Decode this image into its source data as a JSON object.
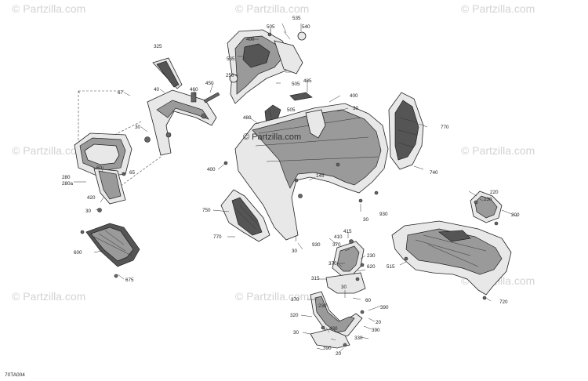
{
  "diagram": {
    "code": "70TA004",
    "watermark": "© Partzilla.com",
    "center_watermark": "© Partzilla.com",
    "callouts": [
      {
        "id": "c535",
        "text": "535"
      },
      {
        "id": "c505a",
        "text": "505"
      },
      {
        "id": "c540",
        "text": "540"
      },
      {
        "id": "c400a",
        "text": "400"
      },
      {
        "id": "c325",
        "text": "325"
      },
      {
        "id": "c535b",
        "text": "535"
      },
      {
        "id": "c250",
        "text": "250"
      },
      {
        "id": "c505b",
        "text": "505"
      },
      {
        "id": "c450",
        "text": "450"
      },
      {
        "id": "c67",
        "text": "67"
      },
      {
        "id": "c40",
        "text": "40"
      },
      {
        "id": "c460",
        "text": "460"
      },
      {
        "id": "c485",
        "text": "485"
      },
      {
        "id": "c400b",
        "text": "400"
      },
      {
        "id": "c30a",
        "text": "30"
      },
      {
        "id": "c505c",
        "text": "505"
      },
      {
        "id": "c480",
        "text": "480"
      },
      {
        "id": "c30b",
        "text": "30"
      },
      {
        "id": "c770a",
        "text": "770"
      },
      {
        "id": "c60",
        "text": "60"
      },
      {
        "id": "c65",
        "text": "65"
      },
      {
        "id": "c280",
        "text": "280"
      },
      {
        "id": "c280a",
        "text": "280a"
      },
      {
        "id": "c400c",
        "text": "400"
      },
      {
        "id": "c145",
        "text": "145"
      },
      {
        "id": "c740",
        "text": "740"
      },
      {
        "id": "c420",
        "text": "420"
      },
      {
        "id": "c30c",
        "text": "30"
      },
      {
        "id": "c220",
        "text": "220"
      },
      {
        "id": "c230a",
        "text": "230"
      },
      {
        "id": "c200",
        "text": "200"
      },
      {
        "id": "c750",
        "text": "750"
      },
      {
        "id": "c930a",
        "text": "930"
      },
      {
        "id": "c30d",
        "text": "30"
      },
      {
        "id": "c415",
        "text": "415"
      },
      {
        "id": "c410",
        "text": "410"
      },
      {
        "id": "c770b",
        "text": "770"
      },
      {
        "id": "c930b",
        "text": "930"
      },
      {
        "id": "c600",
        "text": "600"
      },
      {
        "id": "c30e",
        "text": "30"
      },
      {
        "id": "c370a",
        "text": "370"
      },
      {
        "id": "c230b",
        "text": "230"
      },
      {
        "id": "c370b",
        "text": "370"
      },
      {
        "id": "c620",
        "text": "620"
      },
      {
        "id": "c675",
        "text": "675"
      },
      {
        "id": "c515",
        "text": "515"
      },
      {
        "id": "c315",
        "text": "315"
      },
      {
        "id": "c30f",
        "text": "30"
      },
      {
        "id": "c60b",
        "text": "60"
      },
      {
        "id": "c370c",
        "text": "370"
      },
      {
        "id": "c230c",
        "text": "230"
      },
      {
        "id": "c720",
        "text": "720"
      },
      {
        "id": "c390a",
        "text": "390"
      },
      {
        "id": "c320",
        "text": "320"
      },
      {
        "id": "c20a",
        "text": "20"
      },
      {
        "id": "c30g",
        "text": "30"
      },
      {
        "id": "c430",
        "text": "430"
      },
      {
        "id": "c390b",
        "text": "390"
      },
      {
        "id": "c330",
        "text": "330"
      },
      {
        "id": "c390c",
        "text": "390"
      },
      {
        "id": "c20b",
        "text": "20"
      }
    ]
  }
}
